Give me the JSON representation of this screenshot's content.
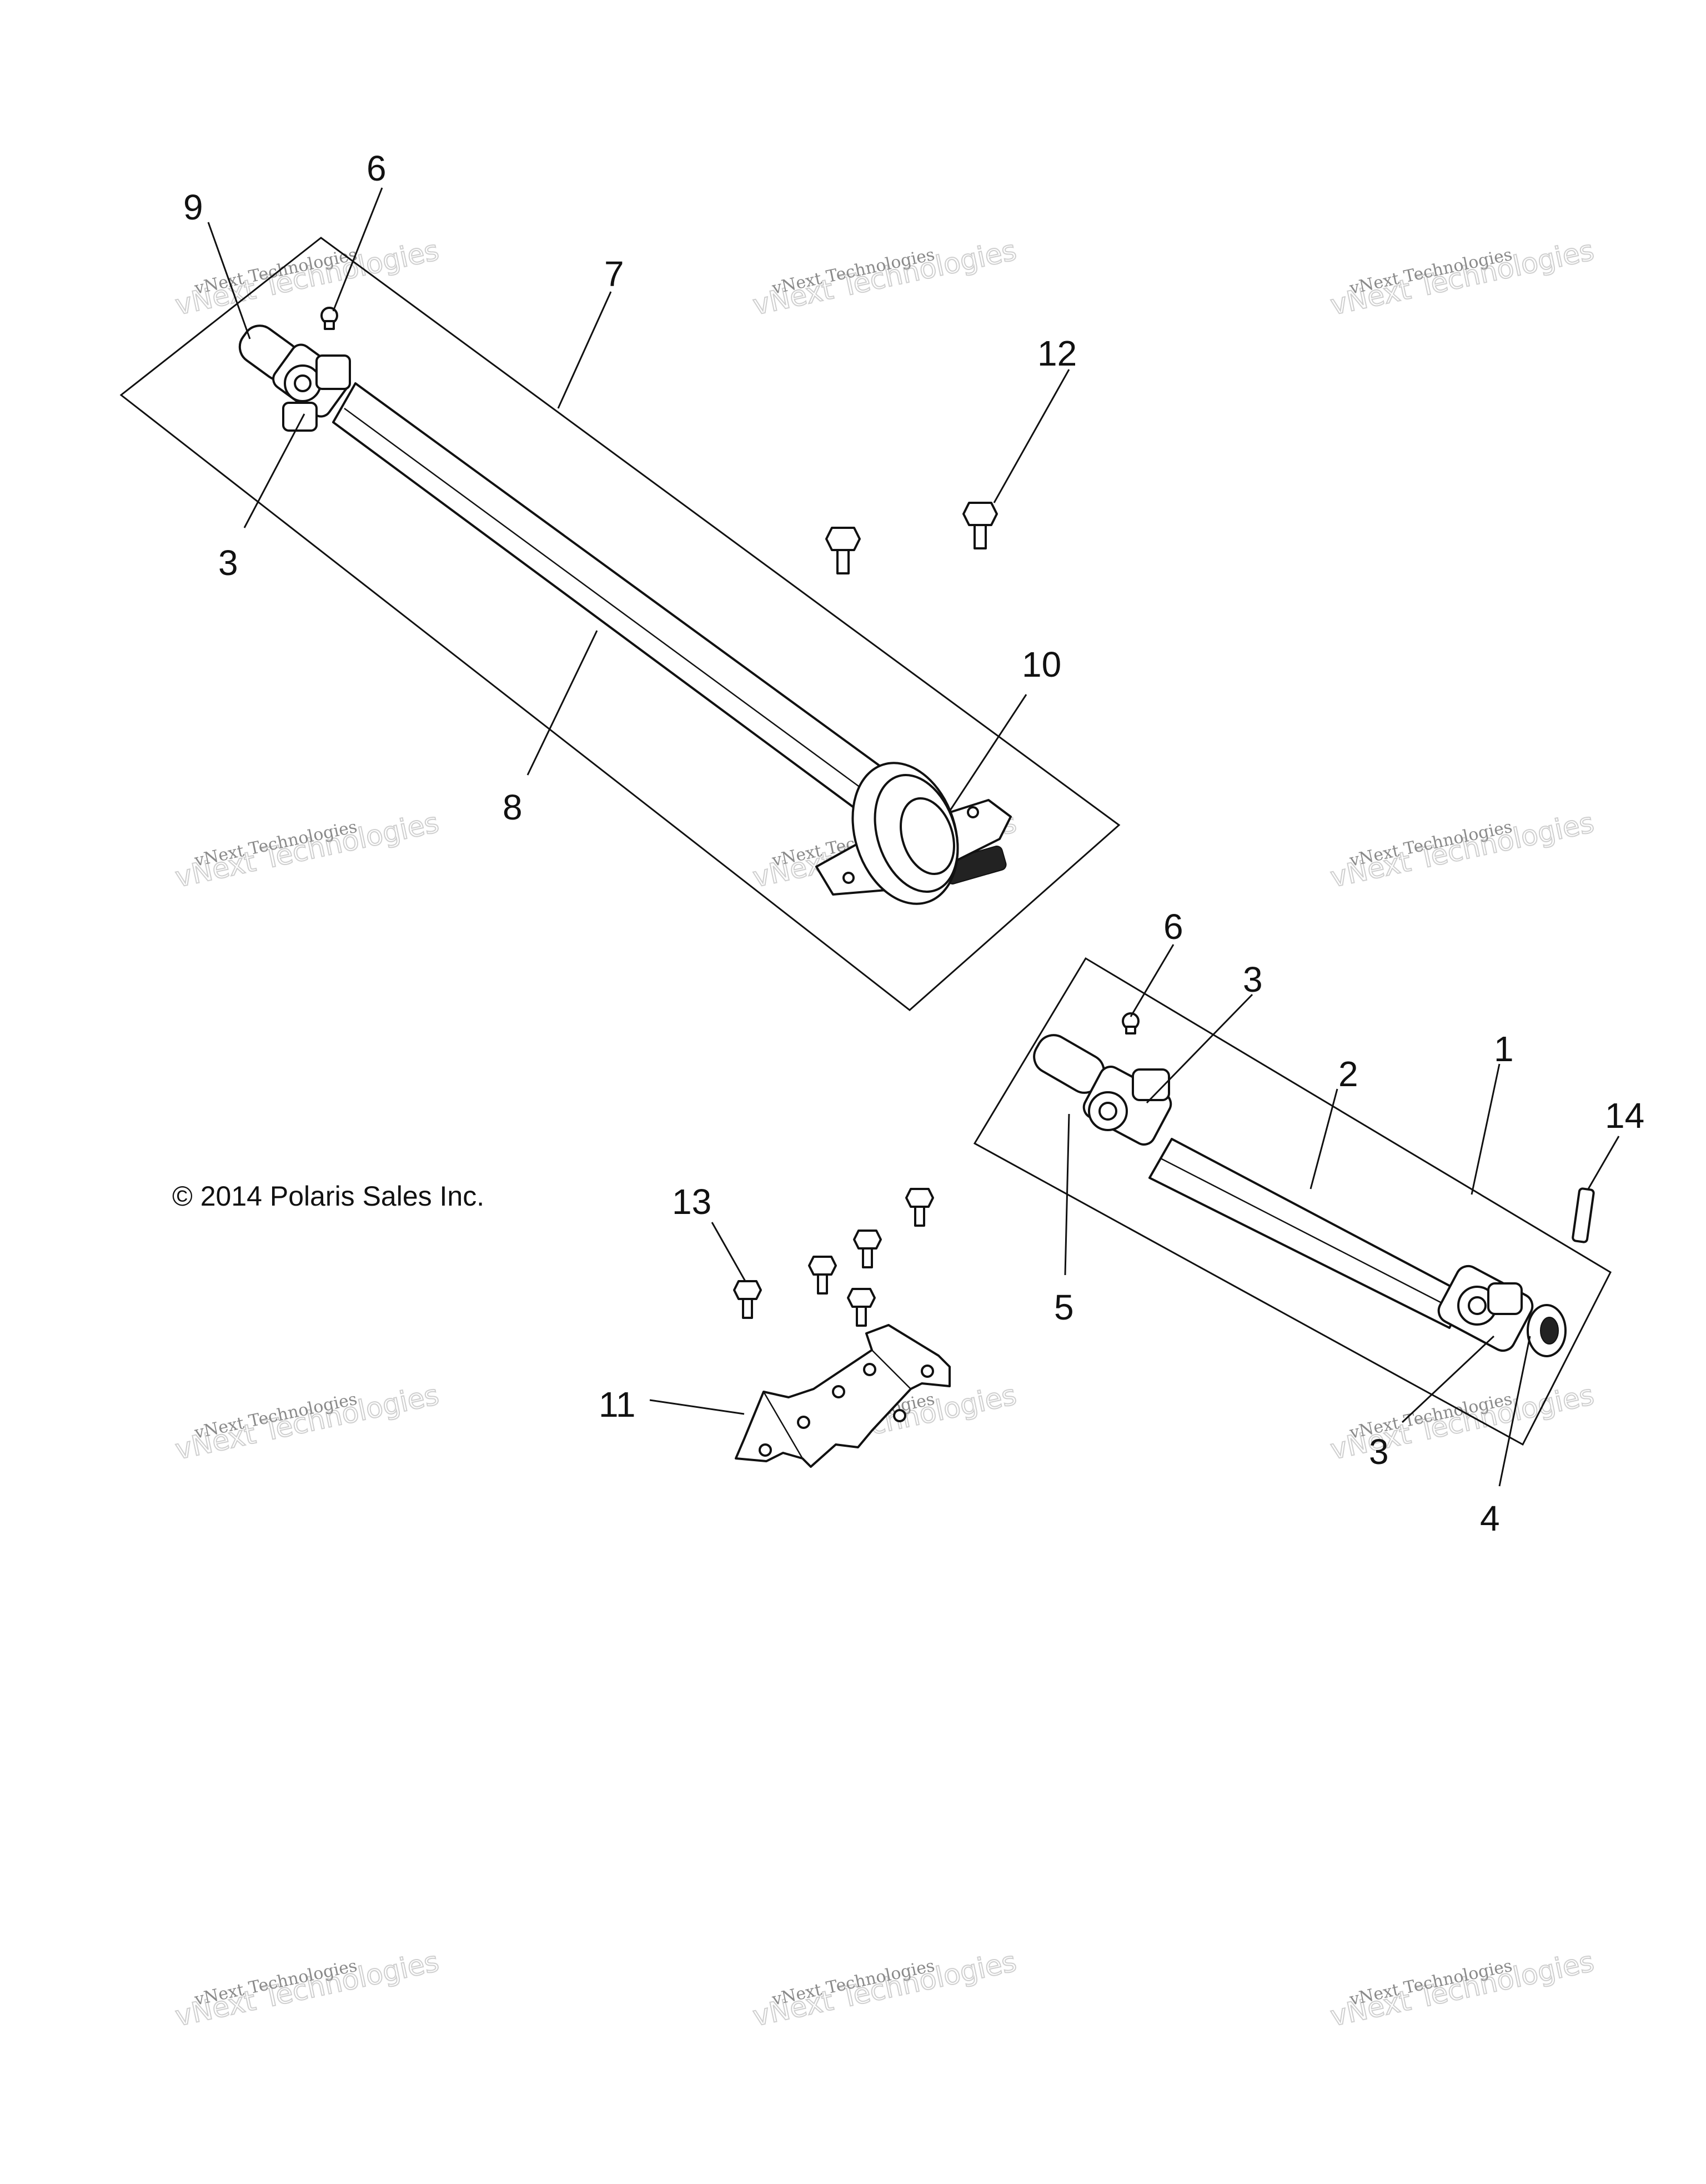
{
  "diagram": {
    "copyright": "© 2014 Polaris Sales Inc.",
    "watermark": {
      "line1": "vNext Technologies",
      "line2": "vNext Technologies"
    },
    "callouts": {
      "c1": "1",
      "c2": "2",
      "c3a": "3",
      "c3b": "3",
      "c3c": "3",
      "c4": "4",
      "c5": "5",
      "c6a": "6",
      "c6b": "6",
      "c7": "7",
      "c8": "8",
      "c9": "9",
      "c10": "10",
      "c11": "11",
      "c12": "12",
      "c13": "13",
      "c14": "14"
    }
  }
}
